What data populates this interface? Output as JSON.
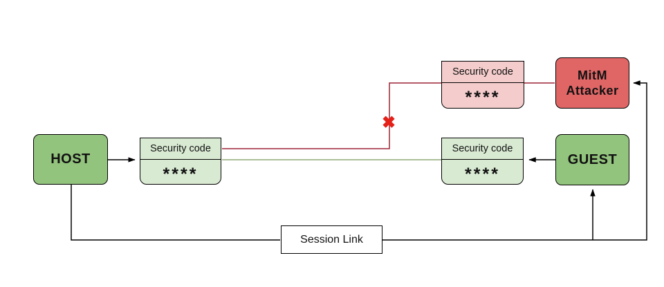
{
  "colors": {
    "canvas_white": "#ffffff",
    "node_green": "#93c47d",
    "code_green": "#d9ead3",
    "node_red": "#e06666",
    "code_red": "#f4cccc",
    "line_red": "#9b2235",
    "line_green": "#8faa77",
    "line_black": "#000000",
    "border_black": "#000000",
    "mark_red": "#e32119"
  },
  "nodes": {
    "host": {
      "label": "HOST"
    },
    "guest": {
      "label": "GUEST"
    },
    "attacker": {
      "label": "MitM Attacker"
    },
    "host_code": {
      "title": "Security code",
      "value": "****"
    },
    "attacker_code": {
      "title": "Security code",
      "value": "****"
    },
    "guest_code": {
      "title": "Security code",
      "value": "****"
    },
    "session_link": {
      "label": "Session Link"
    }
  },
  "marks": {
    "blocked_x": "✖"
  }
}
